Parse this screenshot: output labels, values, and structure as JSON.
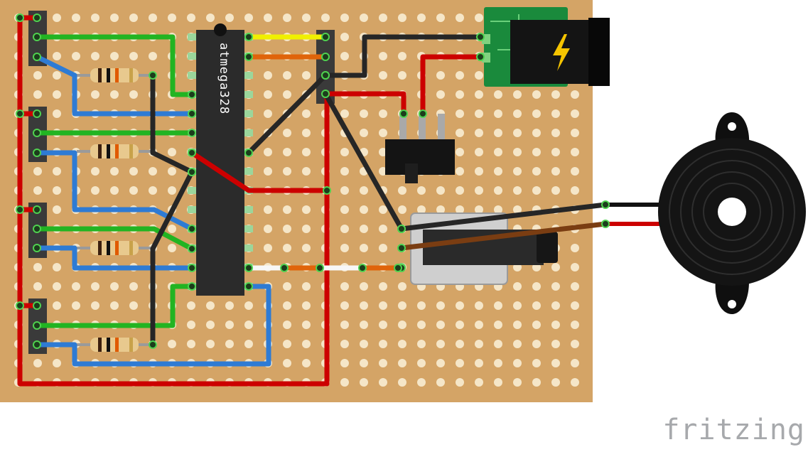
{
  "chip": {
    "label": "atmega328"
  },
  "watermark": "fritzing",
  "colors": {
    "board": "#d4a466",
    "hole": "#f5e6c8",
    "wire_red": "#cc0000",
    "wire_green": "#22b422",
    "wire_blue": "#2e7bd4",
    "wire_black": "#262626",
    "wire_yellow": "#f0f000",
    "wire_orange": "#e0640a",
    "wire_white": "#f7f7f7",
    "wire_brown": "#7a3d12",
    "pcb_green": "#1a8a3c",
    "chip_body": "#2b2b2b"
  },
  "icons": {
    "power_jack": "lightning-bolt-icon",
    "buzzer": "piezo-buzzer",
    "switch": "slide-switch",
    "pot": "rotary-potentiometer"
  }
}
